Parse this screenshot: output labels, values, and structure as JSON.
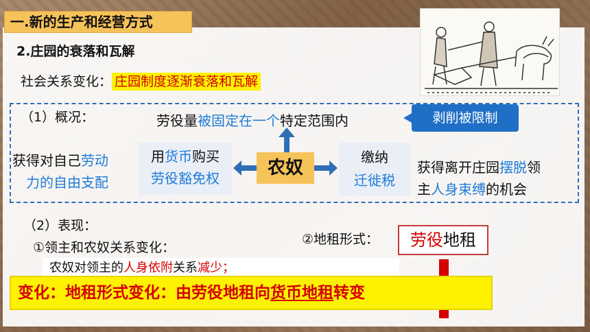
{
  "title": "一.新的生产和经营方式",
  "subtitle": "2.庄园的衰落和瓦解",
  "social_change": {
    "label": "社会关系变化：",
    "highlight": "庄园制度逐渐衰落和瓦解"
  },
  "overview": {
    "label": "（1）概况：",
    "corvee_pre": "劳役量",
    "corvee_blue": "被固定在一个",
    "corvee_post": "特定范围内",
    "tag": "剥削被限制",
    "center": "农奴",
    "left_a": "获得对自己",
    "left_b": "劳动",
    "left_c": "力的自由支配",
    "money_a": "用",
    "money_b": "货币",
    "money_c": "购买",
    "money_d": "劳役豁免权",
    "tax_a": "缴纳",
    "tax_b": "迁徙税",
    "right_a": "获得离开庄园",
    "right_b": "摆脱",
    "right_c": "领",
    "right_d": "主",
    "right_e": "人身束缚",
    "right_f": "的机会"
  },
  "manifestation": {
    "label": "（2）表现：",
    "sub_1": "①领主和农奴关系变化：",
    "relation_a": "农奴对领主的",
    "relation_b": "人身依附",
    "relation_c": "关系",
    "relation_d": "减少；",
    "rent_label": "②地租形式：",
    "rent_a": "劳役",
    "rent_b": "地租"
  },
  "banner": {
    "a": "变化：地租形式变化：由劳役地租向",
    "b": "货币地租",
    "c": "转变"
  },
  "colors": {
    "title_bg": "#f6c35a",
    "blue_text": "#1f7bd8",
    "red_text": "#d40000",
    "banner_bg": "#fff200",
    "tag_bg": "#1f6fc7"
  }
}
